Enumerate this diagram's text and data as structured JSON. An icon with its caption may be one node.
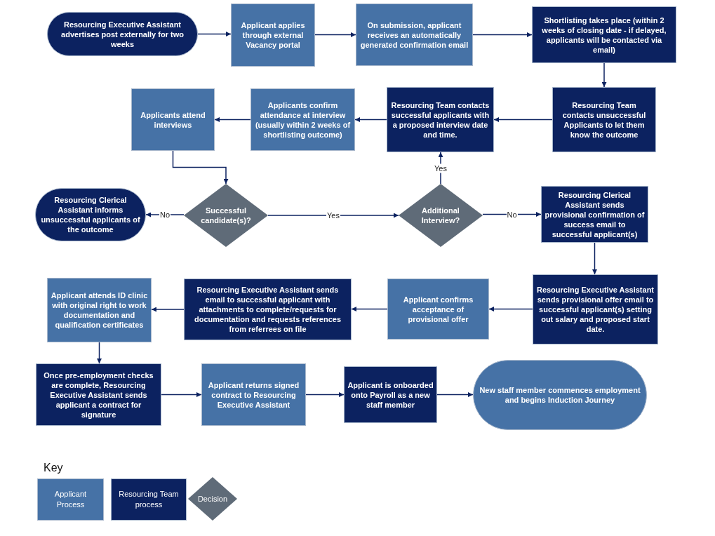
{
  "diagram": {
    "nodes": [
      {
        "text": [
          "Resourcing Executive Assistant advertises post externally for two weeks"
        ]
      },
      {
        "text": [
          "Applicant applies through external Vacancy portal"
        ]
      },
      {
        "text": [
          "On submission, applicant receives an automatically generated  confirmation email"
        ]
      },
      {
        "text": [
          "Shortlisting takes place (within 2 weeks of closing date - if delayed, applicants will be contacted via email)"
        ]
      },
      {
        "text": [
          "Resourcing Team contacts unsuccessful Applicants to let them know the outcome"
        ]
      },
      {
        "text": [
          "Resourcing Team contacts successful applicants with a proposed interview date and time."
        ]
      },
      {
        "text": [
          "Applicants confirm attendance at interview (usually within 2 weeks of shortlisting outcome)"
        ]
      },
      {
        "text": [
          "Applicants attend interviews"
        ]
      },
      {
        "text": [
          "Successful candidate(s)?"
        ]
      },
      {
        "text": [
          "Resourcing Clerical Assistant informs unsuccessful  applicants of the outcome"
        ]
      },
      {
        "text": [
          "Additional Interview?"
        ]
      },
      {
        "text": [
          "Resourcing Clerical Assistant sends provisional confirmation of success email to successful applicant(s)"
        ]
      },
      {
        "text": [
          "Resourcing Executive Assistant sends provisional offer email to successful applicant(s) setting out salary and proposed start date."
        ]
      },
      {
        "text": [
          "Applicant confirms acceptance of provisional offer"
        ]
      },
      {
        "text": [
          "Resourcing Executive Assistant sends email to successful applicant with attachments to complete/requests for documentation and requests references from referrees on file"
        ]
      },
      {
        "text": [
          "Applicant attends ID clinic with original right to work documentation and qualification certificates"
        ]
      },
      {
        "text": [
          "Once pre-employment checks are complete, Resourcing Executive Assistant sends applicant a contract for signature"
        ]
      },
      {
        "text": [
          "Applicant returns signed contract to Resourcing Executive Assistant"
        ]
      },
      {
        "text": [
          "Applicant is onboarded onto Payroll as a new staff member"
        ]
      },
      {
        "text": [
          "New staff member commences employment and begins Induction Journey"
        ]
      }
    ],
    "edges": [
      {
        "from": 0,
        "to": 1,
        "arrow": "to"
      },
      {
        "from": 1,
        "to": 2,
        "arrow": "to"
      },
      {
        "from": 2,
        "to": 3,
        "arrow": "to"
      },
      {
        "from": 3,
        "to": 4,
        "arrow": "to"
      },
      {
        "from": 4,
        "to": 5,
        "arrow": "to"
      },
      {
        "from": 5,
        "to": 6,
        "arrow": "to"
      },
      {
        "from": 6,
        "to": 7,
        "arrow": "to"
      },
      {
        "from": 7,
        "to": 8,
        "arrow": "to"
      },
      {
        "from": 8,
        "to": 9,
        "label": "No",
        "arrow": "to"
      },
      {
        "from": 8,
        "to": 10,
        "label": "Yes",
        "arrow": "to"
      },
      {
        "from": 10,
        "to": 5,
        "label": "Yes",
        "arrow": "to"
      },
      {
        "from": 10,
        "to": 11,
        "label": "No",
        "arrow": "to"
      },
      {
        "from": 11,
        "to": 12,
        "arrow": "to"
      },
      {
        "from": 12,
        "to": 13,
        "arrow": "to"
      },
      {
        "from": 13,
        "to": 14,
        "arrow": "to"
      },
      {
        "from": 14,
        "to": 15,
        "arrow": "to"
      },
      {
        "from": 15,
        "to": 16,
        "arrow": "to"
      },
      {
        "from": 16,
        "to": 17,
        "arrow": "to"
      },
      {
        "from": 17,
        "to": 18,
        "arrow": "to"
      },
      {
        "from": 18,
        "to": 19,
        "arrow": "to"
      }
    ],
    "labels": [
      "Key"
    ],
    "legend": [
      {
        "text": "Applicant Process",
        "color": "#4672a6"
      },
      {
        "text": "Resourcing Team process",
        "color": "#0c2260"
      },
      {
        "text": "Decision"
      }
    ]
  }
}
